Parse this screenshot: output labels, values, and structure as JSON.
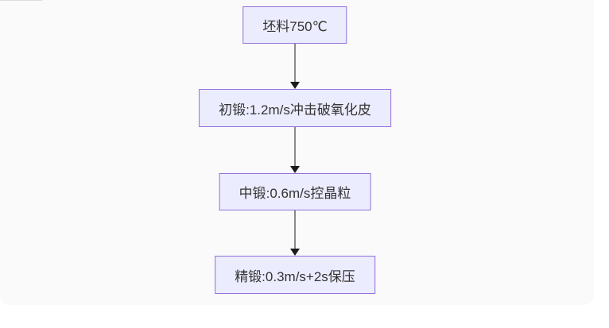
{
  "page": {
    "panel_bg": "#fafafa",
    "page_bg": "#ffffff"
  },
  "flowchart": {
    "type": "flowchart",
    "direction": "top-down",
    "nodes": [
      {
        "id": "start",
        "label": "坯料750℃"
      },
      {
        "id": "initial-forge",
        "label": "初锻:1.2m/s冲击破氧化皮"
      },
      {
        "id": "mid-forge",
        "label": "中锻:0.6m/s控晶粒"
      },
      {
        "id": "fine-forge",
        "label": "精锻:0.3m/s+2s保压"
      }
    ],
    "edges": [
      {
        "from": "start",
        "to": "initial-forge"
      },
      {
        "from": "initial-forge",
        "to": "mid-forge"
      },
      {
        "from": "mid-forge",
        "to": "fine-forge"
      }
    ],
    "style": {
      "node_fill": "#ececff",
      "node_border": "#9370db",
      "edge_color": "#8a8a8a",
      "arrowhead_color": "#1b1b1b",
      "text_color": "#333333"
    }
  }
}
